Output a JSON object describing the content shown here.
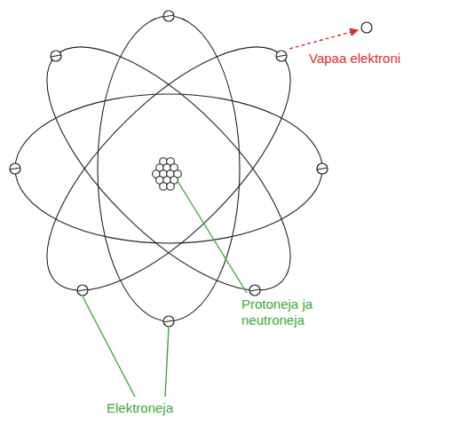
{
  "diagram": {
    "labels": [
      "Vapaa elektroni",
      "Protoneja ja neutroneja",
      "Elektroneja"
    ]
  }
}
